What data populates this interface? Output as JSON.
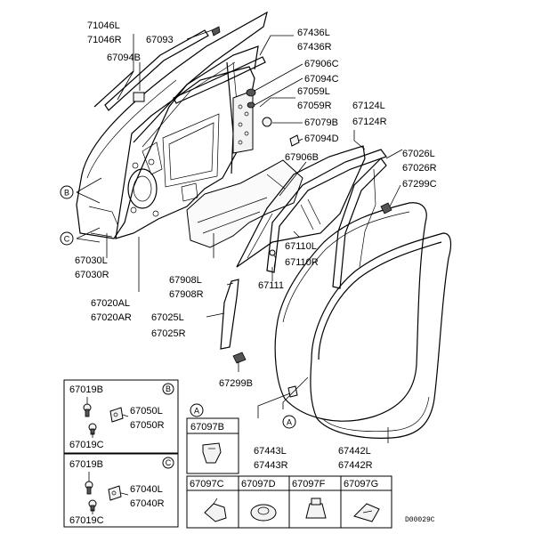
{
  "labels": {
    "p71046": [
      "71046L",
      "71046R"
    ],
    "p67093": "67093",
    "p67094b": "67094B",
    "p67436": [
      "67436L",
      "67436R"
    ],
    "p67906c": "67906C",
    "p67094c": "67094C",
    "p67059": [
      "67059L",
      "67059R"
    ],
    "p67079b": "67079B",
    "p67094d": "67094D",
    "p67124": [
      "67124L",
      "67124R"
    ],
    "p67906b": "67906B",
    "p67026": [
      "67026L",
      "67026R"
    ],
    "p67299c": "67299C",
    "p67110": [
      "67110L",
      "67110R"
    ],
    "p67111": "67111",
    "p67908": [
      "67908L",
      "67908R"
    ],
    "p67030": [
      "67030L",
      "67030R"
    ],
    "p67020a": [
      "67020AL",
      "67020AR"
    ],
    "p67025": [
      "67025L",
      "67025R"
    ],
    "p67299b": "67299B",
    "p67443": [
      "67443L",
      "67443R"
    ],
    "p67442": [
      "67442L",
      "67442R"
    ]
  },
  "callouts": {
    "b": "B",
    "c": "C",
    "a": "A"
  },
  "inset_b": {
    "top": "67019B",
    "right": [
      "67050L",
      "67050R"
    ],
    "bottom": "67019C",
    "ref": "B"
  },
  "inset_c": {
    "top": "67019B",
    "right": [
      "67040L",
      "67040R"
    ],
    "bottom": "67019C",
    "ref": "C"
  },
  "inset_a": {
    "ref": "A",
    "items": [
      "67097B",
      "67097C",
      "67097D",
      "67097F",
      "67097G"
    ]
  },
  "diagram_code": "D00029C"
}
